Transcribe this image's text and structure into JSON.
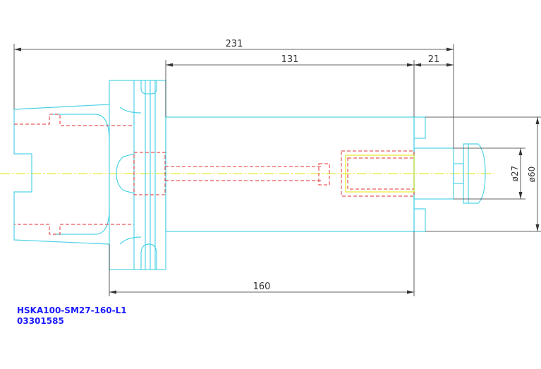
{
  "dimensions": {
    "overall_length": "231",
    "shank_length": "131",
    "nut_offset": "21",
    "body_length": "160",
    "inner_diameter": "ø27",
    "outer_diameter": "ø60"
  },
  "part": {
    "name": "HSKA100-SM27-160-L1",
    "code": "03301585"
  },
  "colors": {
    "outline": "#4fd3e6",
    "hidden": "#e03030",
    "centerline": "#e6e600",
    "dimension": "#333333",
    "label": "#1a1aff"
  }
}
